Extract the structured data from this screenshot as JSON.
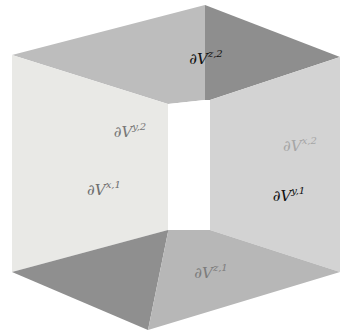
{
  "diagram": {
    "labels": [
      "∂Vz,2",
      "∂Vy,2",
      "∂Vx,1",
      "∂Vx,2",
      "∂Vy,1",
      "∂Vz,1"
    ]
  }
}
